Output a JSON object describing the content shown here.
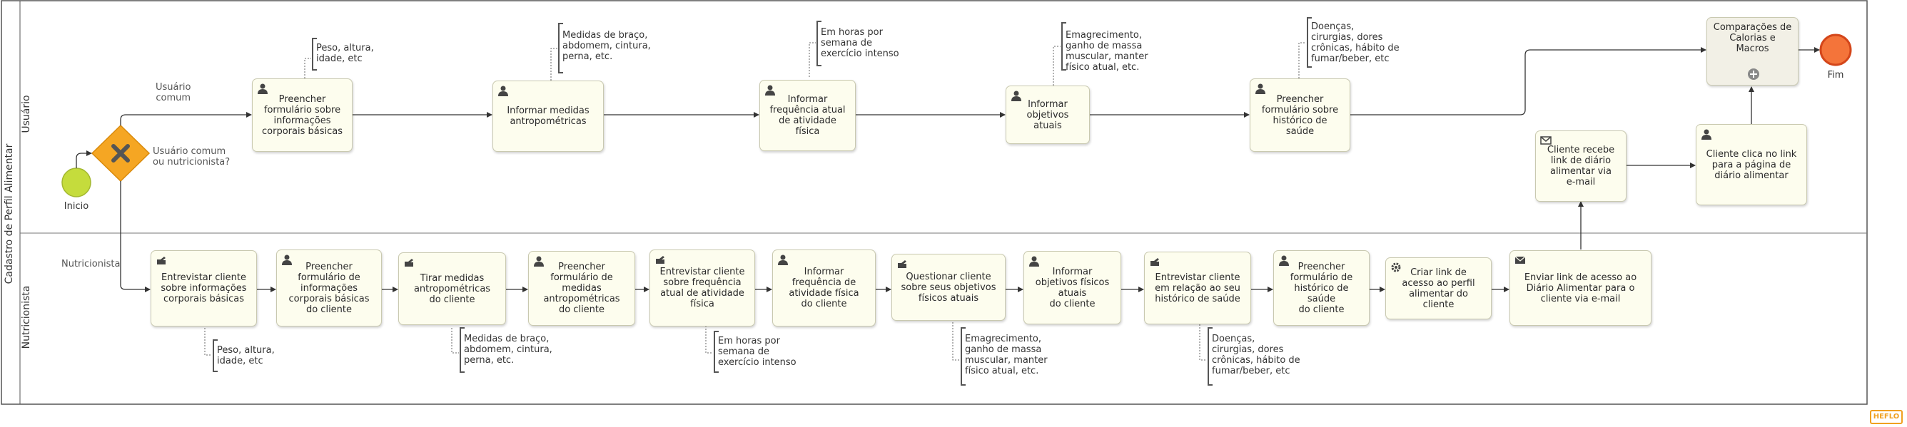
{
  "pool": {
    "title": "Cadastro de Perfil Alimentar"
  },
  "lanes": {
    "usuario": "Usuário",
    "nutricionista": "Nutricionista"
  },
  "events": {
    "start": "Inicio",
    "end": "Fim"
  },
  "gateway": {
    "label": "Usuário comum\nou nutricionista?"
  },
  "flow_labels": {
    "usuario_comum": "Usuário\ncomum",
    "nutricionista": "Nutricionista"
  },
  "tasks": {
    "u1": "Preencher\nformulário sobre\ninformações\ncorporais básicas",
    "u2": "Informar medidas\nantropométricas",
    "u3": "Informar\nfrequência atual\nde atividade\nfísica",
    "u4": "Informar\nobjetivos\natuais",
    "u5": "Preencher\nformulário sobre\nhistórico de\nsaúde",
    "u6": "Comparações de\nCalorias e Macros",
    "u7": "Cliente clica no link\npara a página de\ndiário alimentar",
    "u8": "Cliente recebe\nlink de diário\nalimentar via\ne-mail",
    "n1": "Entrevistar cliente\nsobre informações\ncorporais básicas",
    "n2": "Preencher\nformulário de\ninformações\ncorporais básicas\ndo cliente",
    "n3": "Tirar medidas\nantropométricas\ndo cliente",
    "n4": "Preencher\nformulário de\nmedidas\nantropométricas\ndo cliente",
    "n5": "Entrevistar cliente\nsobre frequência\natual de atividade\nfísica",
    "n6": "Informar\nfrequência de\natividade física\ndo cliente",
    "n7": "Questionar cliente\nsobre seus objetivos\nfísicos atuais",
    "n8": "Informar\nobjetivos físicos\natuais\ndo cliente",
    "n9": "Entrevistar cliente\nem relação ao seu\nhistórico de saúde",
    "n10": "Preencher\nformulário de\nhistórico de\nsaúde\ndo cliente",
    "n11": "Criar link de\nacesso ao perfil\nalimentar do\ncliente",
    "n12": "Enviar link de acesso ao\nDiário Alimentar para o\ncliente via e-mail"
  },
  "notes": {
    "u1": "Peso, altura,\nidade, etc",
    "u2": "Medidas de braço,\nabdomem, cintura,\nperna, etc.",
    "u3": "Em horas por\nsemana de\nexercício intenso",
    "u4": "Emagrecimento,\nganho de massa\nmuscular, manter\nfísico atual, etc.",
    "u5": "Doenças,\ncirurgias, dores\ncrônicas, hábito de\nfumar/beber, etc",
    "n1": "Peso, altura,\nidade, etc",
    "n3": "Medidas de braço,\nabdomem, cintura,\nperna, etc.",
    "n5": "Em horas por\nsemana de\nexercício intenso",
    "n7": "Emagrecimento,\nganho de massa\nmuscular, manter\nfísico atual, etc.",
    "n9": "Doenças,\ncirurgias, dores\ncrônicas, hábito de\nfumar/beber, etc"
  },
  "colors": {
    "start": "#c5dc3c",
    "end": "#f4743a",
    "gateway": "#f5a623",
    "task_fill": "#fdfdee",
    "line": "#333333"
  },
  "watermark": "HEFLO"
}
